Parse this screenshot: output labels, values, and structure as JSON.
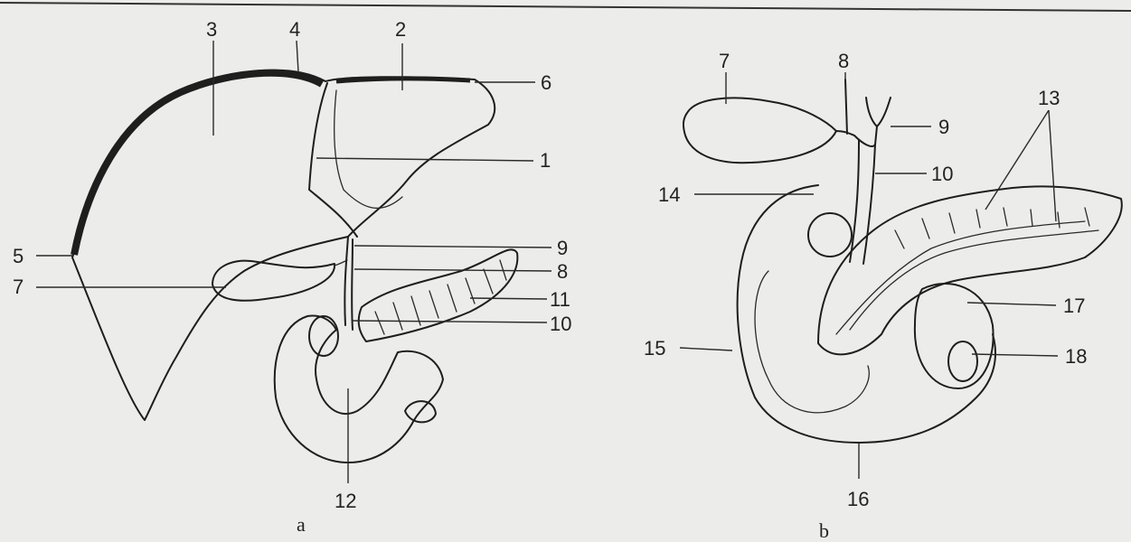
{
  "figure_a": {
    "caption": "a",
    "labels": {
      "n1": "1",
      "n2": "2",
      "n3": "3",
      "n4": "4",
      "n5": "5",
      "n6": "6",
      "n7": "7",
      "n8": "8",
      "n9": "9",
      "n10": "10",
      "n11": "11",
      "n12": "12"
    }
  },
  "figure_b": {
    "caption": "b",
    "labels": {
      "n7": "7",
      "n8": "8",
      "n9": "9",
      "n10": "10",
      "n13": "13",
      "n14": "14",
      "n15": "15",
      "n16": "16",
      "n17": "17",
      "n18": "18"
    }
  },
  "colors": {
    "ink": "#1e1e1e",
    "paper": "#ececea"
  }
}
